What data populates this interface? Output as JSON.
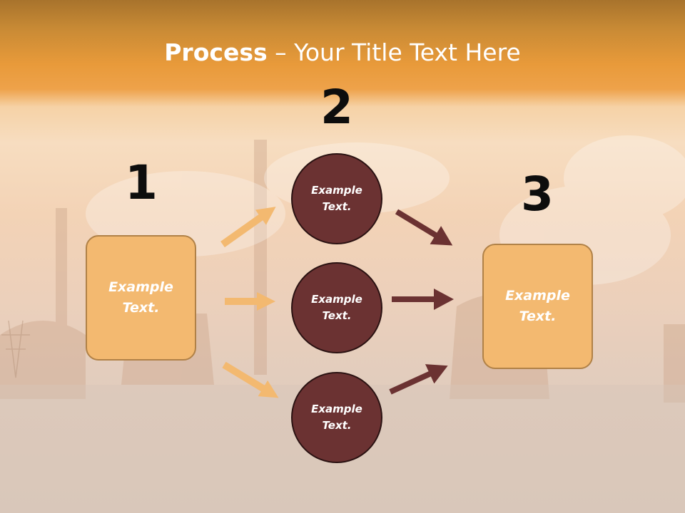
{
  "title": {
    "bold": "Process",
    "rest": " – Your Title Text Here"
  },
  "steps": [
    {
      "number": "1",
      "box_text": "Example Text."
    },
    {
      "number": "2",
      "items": [
        "Example Text.",
        "Example Text.",
        "Example Text."
      ]
    },
    {
      "number": "3",
      "box_text": "Example Text."
    }
  ],
  "colors": {
    "header": "#e89a3a",
    "box_fill": "#f3b970",
    "circle_fill": "#6b3232",
    "arrow_light": "#f3b970",
    "arrow_dark": "#6b3232"
  }
}
